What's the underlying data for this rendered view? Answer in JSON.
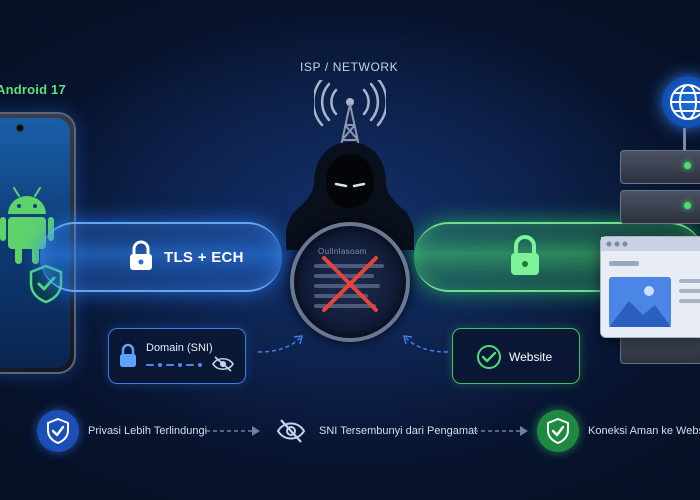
{
  "device": {
    "label": "Android 17"
  },
  "network": {
    "label": "ISP / NETWORK"
  },
  "tunnel": {
    "label": "TLS + ECH"
  },
  "intercept": {
    "blurred_text": "Oullnlasoam"
  },
  "domain_box": {
    "label": "Domain (SNI)"
  },
  "website_box": {
    "label": "Website"
  },
  "benefits": [
    {
      "text": "Privasi Lebih Terlindungi"
    },
    {
      "text": "SNI Tersembunyi dari Pengamat"
    },
    {
      "text": "Koneksi Aman ke Website"
    }
  ],
  "colors": {
    "blue": "#3a8bff",
    "green": "#49d66f",
    "danger": "#e8423a"
  },
  "icons": [
    "android-icon",
    "shield-check-icon",
    "lock-icon",
    "eye-slash-icon",
    "antenna-icon",
    "hacker-icon",
    "x-mark-icon",
    "check-circle-icon",
    "globe-icon",
    "server-icon",
    "browser-window-icon"
  ]
}
